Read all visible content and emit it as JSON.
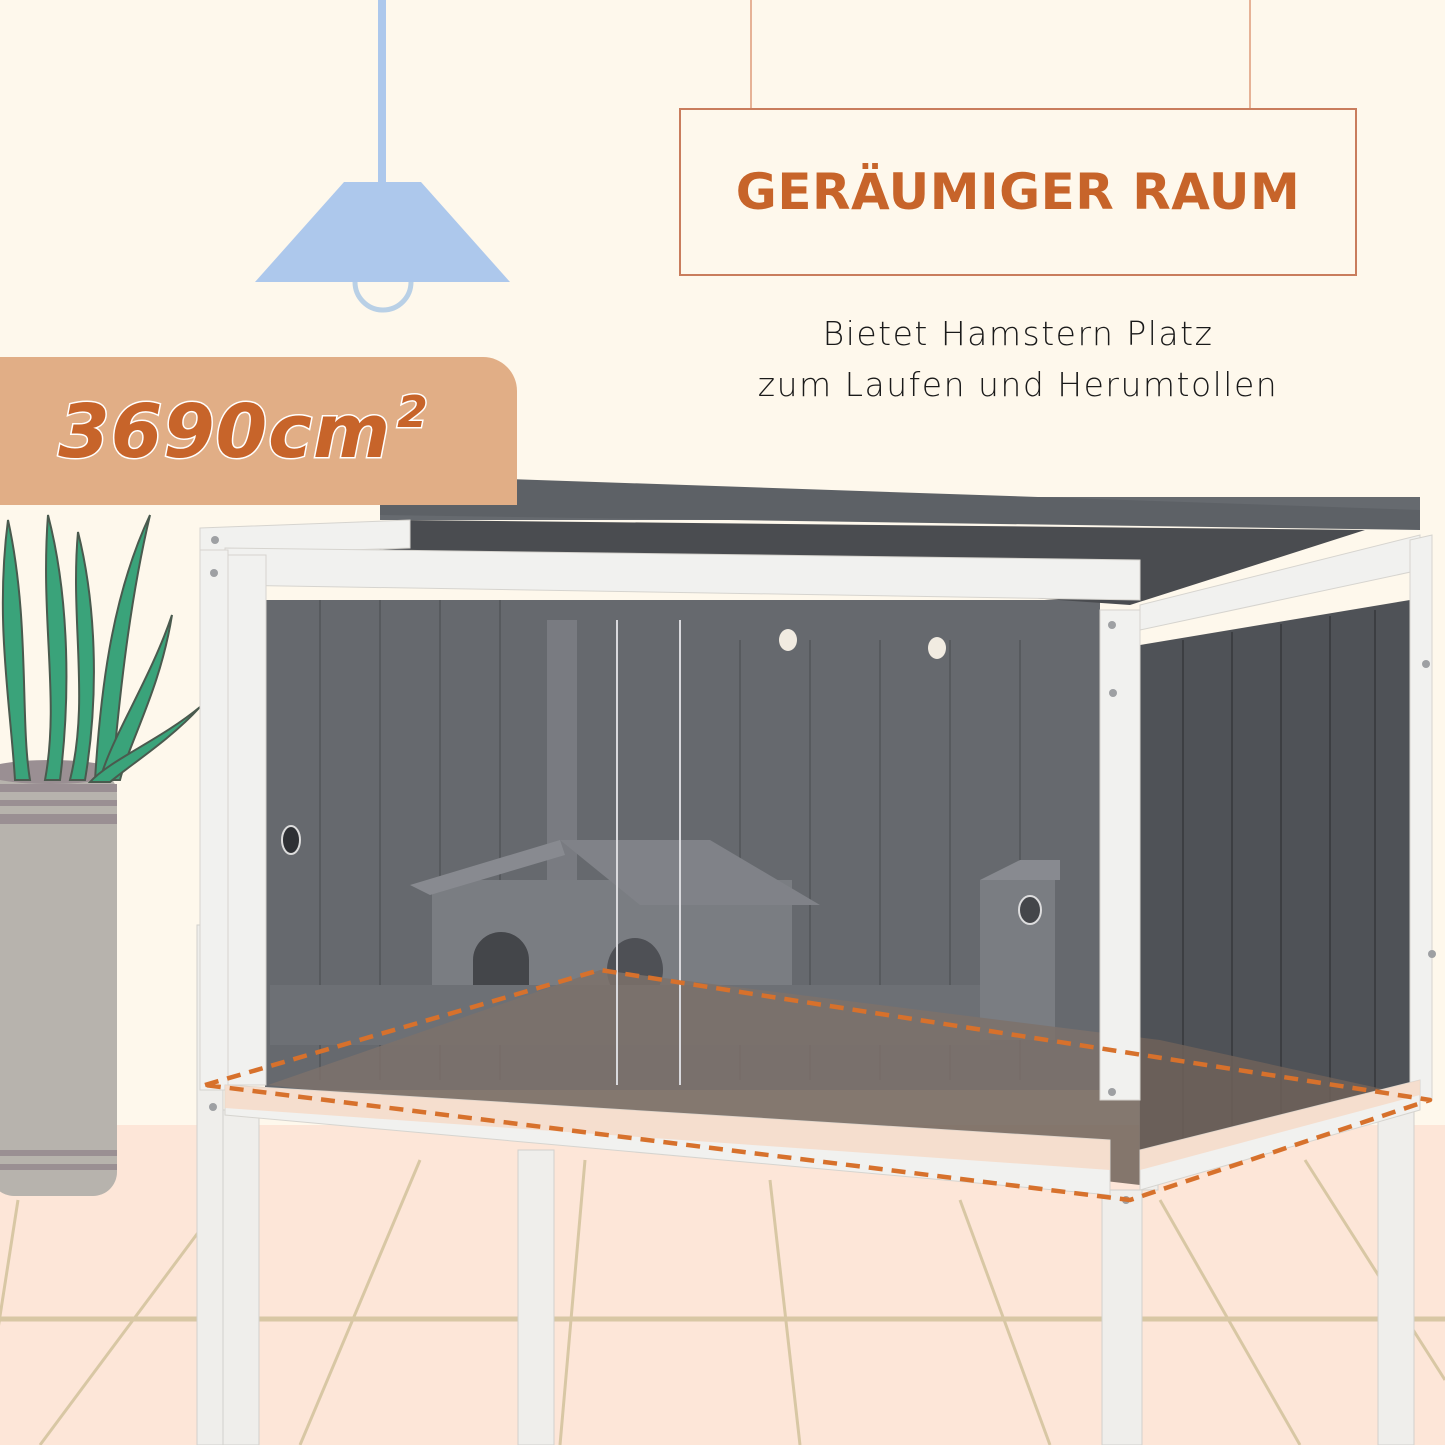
{
  "headline": {
    "title": "GERÄUMIGER RAUM",
    "subtitle_line1": "Bietet Hamstern Platz",
    "subtitle_line2": "zum Laufen und Herumtollen"
  },
  "area_badge": {
    "value": "3690cm",
    "unit_superscript": "2"
  },
  "colors": {
    "background": "#fef8ec",
    "floor": "#fde6d8",
    "accent_orange": "#c7642a",
    "badge_fill": "#e1ae86",
    "title_border": "#c97d5d",
    "lamp_blue": "#adc8ec",
    "plant_green": "#3aa37a",
    "pot_grey": "#b7b3ad",
    "cage_grey": "#4f5257",
    "cage_frame_white": "#f1f1ef"
  },
  "illustration": {
    "objects": [
      "pendant-lamp",
      "potted-plant",
      "wooden-hamster-cage",
      "floor-tiles",
      "dashed-floor-area-outline"
    ]
  }
}
